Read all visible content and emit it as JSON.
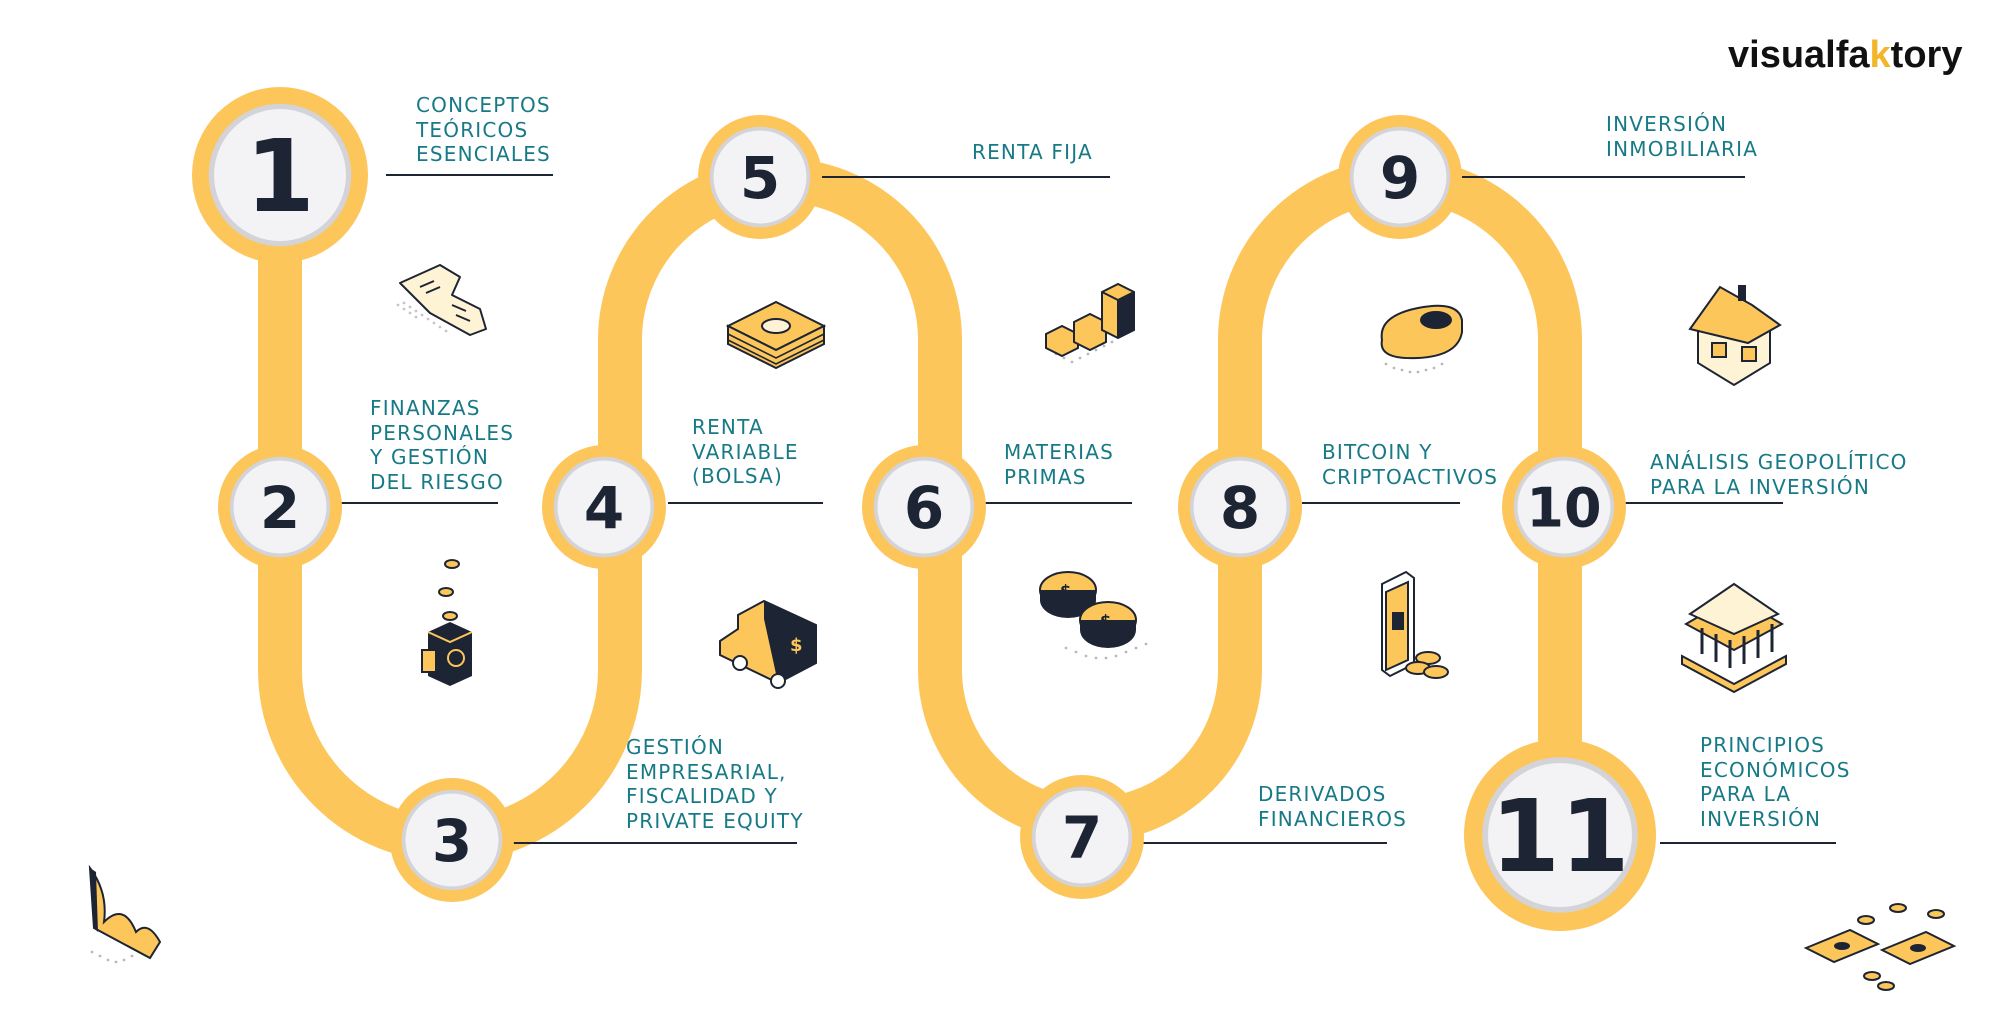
{
  "brand": {
    "prefix": "visualfa",
    "highlight": "k",
    "suffix": "tory"
  },
  "colors": {
    "track": "#fdc65b",
    "ring": "#fdc65b",
    "disc": "#f3f3f6",
    "discRing": "#d3d3d8",
    "number": "#1d2433",
    "label": "#177a86",
    "line": "#1d2433"
  },
  "steps": [
    {
      "number": "1",
      "lines": [
        "CONCEPTOS",
        "TEÓRICOS",
        "ESENCIALES"
      ]
    },
    {
      "number": "2",
      "lines": [
        "FINANZAS",
        "PERSONALES",
        "Y GESTIÓN",
        "DEL RIESGO"
      ]
    },
    {
      "number": "3",
      "lines": [
        "GESTIÓN",
        "EMPRESARIAL,",
        "FISCALIDAD Y",
        "PRIVATE EQUITY"
      ]
    },
    {
      "number": "4",
      "lines": [
        "RENTA",
        "VARIABLE",
        "(BOLSA)"
      ]
    },
    {
      "number": "5",
      "lines": [
        "RENTA FIJA"
      ]
    },
    {
      "number": "6",
      "lines": [
        "MATERIAS",
        "PRIMAS"
      ]
    },
    {
      "number": "7",
      "lines": [
        "DERIVADOS",
        "FINANCIEROS"
      ]
    },
    {
      "number": "8",
      "lines": [
        "BITCOIN Y",
        "CRIPTOACTIVOS"
      ]
    },
    {
      "number": "9",
      "lines": [
        "INVERSIÓN",
        "INMOBILIARIA"
      ]
    },
    {
      "number": "10",
      "lines": [
        "ANÁLISIS GEOPOLÍTICO",
        "PARA LA INVERSIÓN"
      ]
    },
    {
      "number": "11",
      "lines": [
        "PRINCIPIOS",
        "ECONÓMICOS",
        "PARA LA",
        "INVERSIÓN"
      ]
    }
  ],
  "icons": [
    "receipt-icon",
    "money-stack-icon",
    "bar-chart-icon",
    "coin-toggle-icon",
    "house-icon",
    "coin-jar-icon",
    "delivery-van-icon",
    "coins-stack-icon",
    "phone-coins-icon",
    "bank-building-icon",
    "wave-sculpture-icon",
    "cards-coins-icon"
  ]
}
